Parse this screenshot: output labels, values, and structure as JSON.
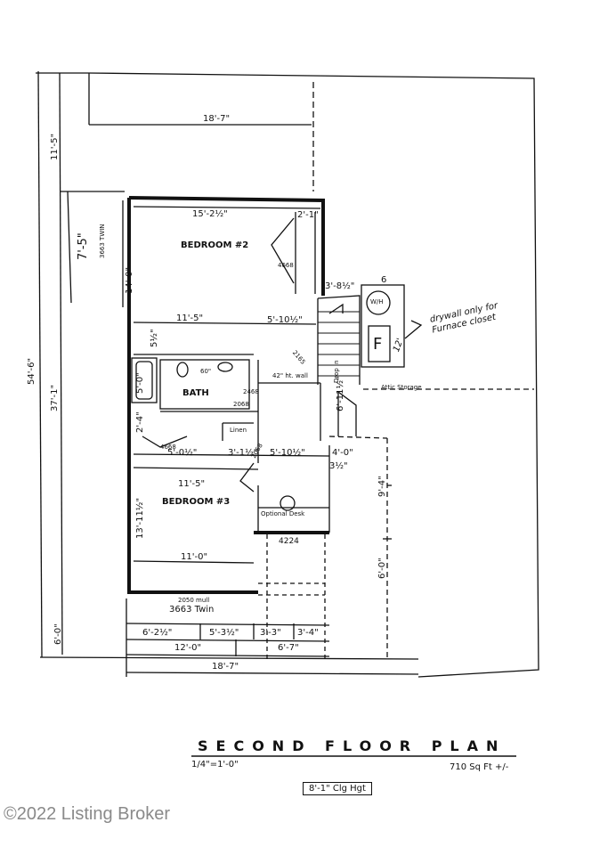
{
  "rooms": {
    "bedroom2": "BEDROOM #2",
    "bedroom3": "BEDROOM #3",
    "bath": "BATH",
    "linen": "Linen",
    "optional_desk": "Optional Desk",
    "attic_storage": "Attic Storage",
    "furnace": "F",
    "water_heater": "W/H"
  },
  "dims": {
    "d18_7_top": "18'-7\"",
    "d11_5_side": "11'-5\"",
    "d7_5": "7'-5\"",
    "twin": "3663 TWIN",
    "d14_0": "14'-0\"",
    "d54_6": "54'-6\"",
    "d37_1": "37'-1\"",
    "d15_2": "15'-2½\"",
    "d2_1": "2'-1\"",
    "w4668": "4668",
    "d3_8": "3'-8½\"",
    "six": "6",
    "d11_5_a": "11'-5\"",
    "d5_10_a": "5'-10½\"",
    "d5_half": "5½\"",
    "w2165": "2165",
    "d60": "60\"",
    "d5_0": "5'-0\"",
    "wall42": "42\" ht. wall",
    "w2468": "2468",
    "w2068": "2068",
    "w4668b": "4668",
    "d2_4": "2'-4\"",
    "d5_0_half": "5'-0½\"",
    "d3_1": "3'-1½\"",
    "w2068b": "2068",
    "d5_10_b": "5'-10½\"",
    "d4_0": "4'-0\"",
    "d3_half": "3½\"",
    "d6_11": "6'-11½\"",
    "d11_5_b": "11'-5\"",
    "d13_11": "13'-11½\"",
    "d9_4": "9'-4\"",
    "d11_0": "11'-0\"",
    "w4224": "4224",
    "d6_0_right": "6'-0\"",
    "w2050": "2050 mull",
    "twin2": "3663 Twin",
    "d6_0_left": "6'-0\"",
    "d6_2": "6'-2½\"",
    "d5_3": "5'-3½\"",
    "d3_3": "3'-3\"",
    "d3_4": "3'-4\"",
    "d12_0": "12'-0\"",
    "d6_7": "6'-7\"",
    "d18_7_bottom": "18'-7\""
  },
  "notes": {
    "drywall": "drywall only for Furnace closet",
    "twelve": "12'",
    "drop_in": "Drop In"
  },
  "title": {
    "main": "SECOND FLOOR PLAN",
    "scale": "1/4\"=1'-0\"",
    "area": "710 Sq Ft +/-",
    "ceiling": "8'-1\" Clg Hgt"
  },
  "watermark": "©2022 Listing Broker"
}
